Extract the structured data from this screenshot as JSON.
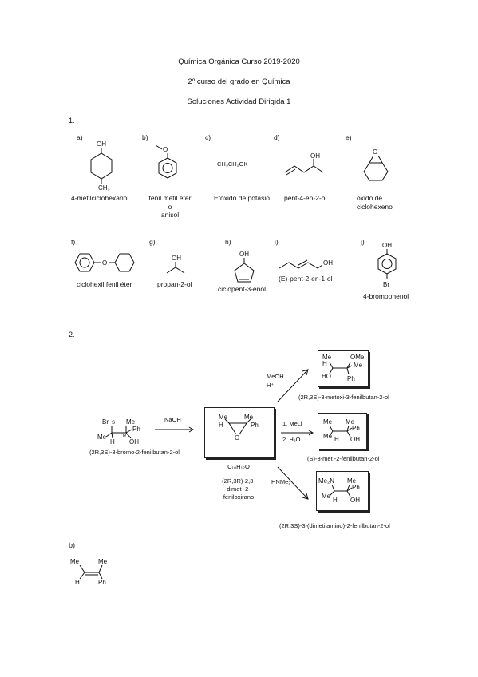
{
  "header": {
    "line1": "Química Orgánica Curso 2019-2020",
    "line2": "2º curso del grado en Química",
    "line3": "Soluciones Actividad Dirigida 1"
  },
  "section1": {
    "number": "1.",
    "items": [
      {
        "letter": "a)",
        "name": "4-metilciclohexanol",
        "atoms": [
          "OH",
          "CH₃"
        ]
      },
      {
        "letter": "b)",
        "name_lines": [
          "fenil metil éter",
          "o",
          "anisol"
        ],
        "atoms": [
          "O"
        ]
      },
      {
        "letter": "c)",
        "name": "Etóxido de potasio",
        "formula": "CH₃CH₂OK"
      },
      {
        "letter": "d)",
        "name": "pent-4-en-2-ol",
        "atoms": [
          "OH"
        ]
      },
      {
        "letter": "e)",
        "name_lines": [
          "óxido de",
          "ciclohexeno"
        ],
        "atoms": [
          "O"
        ]
      },
      {
        "letter": "f)",
        "name": "ciclohexil fenil éter",
        "atoms": [
          "O"
        ]
      },
      {
        "letter": "g)",
        "name": "propan-2-ol",
        "atoms": [
          "OH"
        ]
      },
      {
        "letter": "h)",
        "name": "ciclopent-3-enol",
        "atoms": [
          "OH"
        ]
      },
      {
        "letter": "i)",
        "name": "(E)-pent-2-en-1-ol",
        "atoms": [
          "OH"
        ]
      },
      {
        "letter": "j)",
        "name": "4-bromophenol",
        "atoms": [
          "OH",
          "Br"
        ]
      }
    ]
  },
  "section2": {
    "number": "2.",
    "reactant": {
      "name": "(2R,3S)-3-bromo-2-fenilbutan-2-ol",
      "atoms": [
        "Br",
        "S",
        "Me",
        "Ph",
        "Me",
        "H",
        "R",
        "OH"
      ]
    },
    "reagent_main": "NaOH",
    "intermediate": {
      "atoms": [
        "Me",
        "Me",
        "H",
        "Ph",
        "O"
      ],
      "formula": "C₁₀H₁₂O",
      "name_lines": [
        "(2R,3R)-2,3-",
        "dimet -2-",
        "feniloxirano"
      ]
    },
    "reagent_top_lines": [
      "MeOH",
      "H⁺"
    ],
    "reagent_mid_lines": [
      "1. MeLi",
      "2. H₂O"
    ],
    "reagent_bot": "HNMe₂",
    "product_top": {
      "name": "(2R,3S)-3-metoxi-3-fenilbutan-2-ol",
      "atoms": [
        "Me",
        "H",
        "OMe",
        "Me",
        "HO",
        "Ph"
      ]
    },
    "product_mid": {
      "name": "(S)-3-met -2-fenilbutan-2-ol",
      "atoms": [
        "Me",
        "Me",
        "Ph",
        "Me",
        "H",
        "OH"
      ]
    },
    "product_bot": {
      "name": "(2R,3S)-3-(dimetilamino)-2-fenilbutan-2-ol",
      "atoms": [
        "Me₂N",
        "Me",
        "Ph",
        "Me",
        "H",
        "OH"
      ]
    }
  },
  "sectionB": {
    "label": "b)",
    "atoms": [
      "Me",
      "Me",
      "H",
      "Ph"
    ]
  }
}
